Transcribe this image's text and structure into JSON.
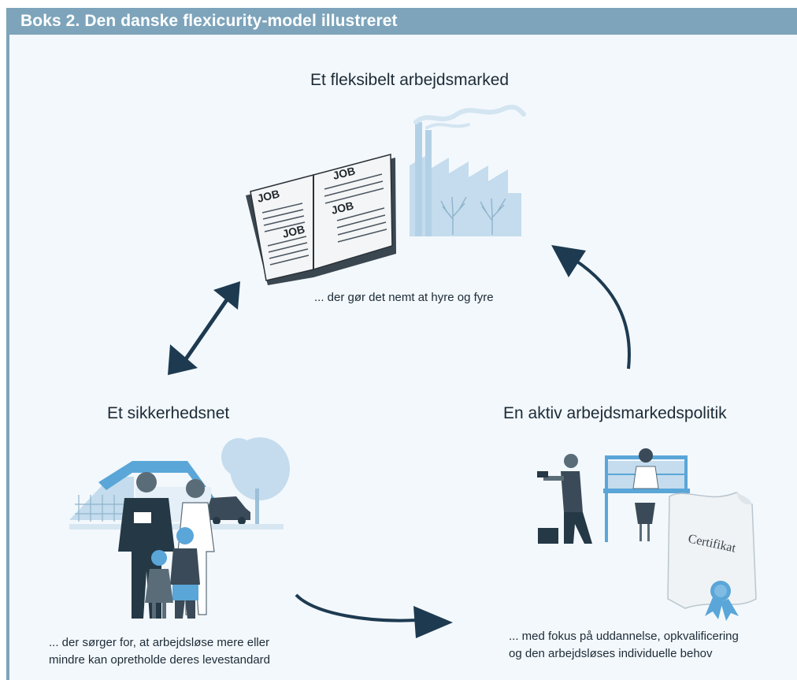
{
  "header": {
    "title": "Boks 2. Den danske flexicurity-model illustreret"
  },
  "nodes": {
    "top": {
      "title": "Et fleksibelt arbejdsmarked",
      "caption": "... der gør det nemt at hyre og fyre",
      "book_words": [
        "JOB",
        "JOB",
        "JOB",
        "JOB"
      ]
    },
    "left": {
      "title": "Et sikkerhedsnet",
      "caption_line1": "... der sørger for, at arbejdsløse mere eller",
      "caption_line2": "mindre kan opretholde deres levestandard"
    },
    "right": {
      "title": "En aktiv arbejdsmarkedspolitik",
      "caption_line1": "... med fokus på uddannelse, opkvalificering",
      "caption_line2": "og den arbejdsløses individuelle behov",
      "certificate_text": "Certifikat"
    }
  },
  "colors": {
    "header": "#7da4bb",
    "background": "#f3f8fc",
    "arrow": "#1d3a50",
    "illustration_light": "#c4dced",
    "illustration_mid": "#5aa6d8",
    "illustration_dark": "#243846"
  }
}
